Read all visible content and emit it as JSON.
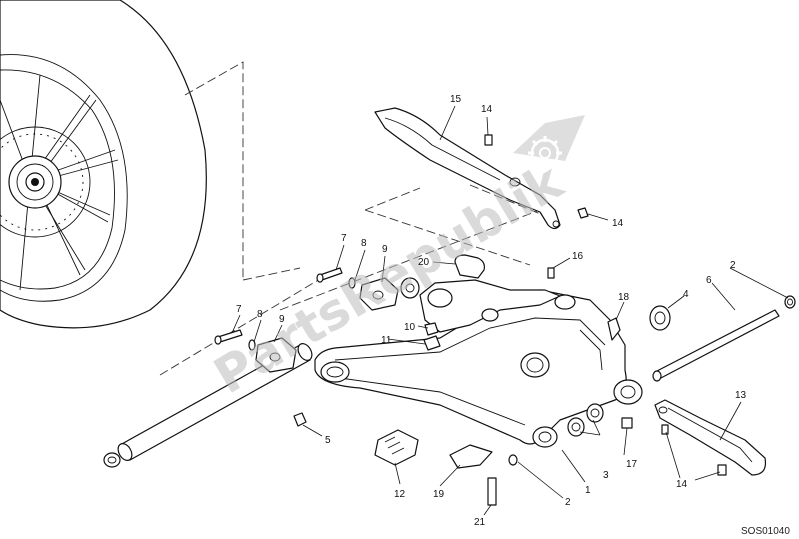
{
  "diagram_code": "SOS01040",
  "watermark": {
    "text": "PartsRepublik",
    "color": "#bdbdbd"
  },
  "callouts": {
    "c1": "1",
    "c2a": "2",
    "c2b": "2",
    "c3": "3",
    "c4": "4",
    "c5": "5",
    "c6": "6",
    "c7a": "7",
    "c7b": "7",
    "c8a": "8",
    "c8b": "8",
    "c9a": "9",
    "c9b": "9",
    "c10": "10",
    "c11": "11",
    "c12": "12",
    "c13": "13",
    "c14a": "14",
    "c14b": "14",
    "c14c": "14",
    "c15": "15",
    "c16": "16",
    "c17": "17",
    "c18": "18",
    "c19": "19",
    "c20": "20",
    "c21": "21"
  },
  "colors": {
    "line": "#111111",
    "background": "#ffffff"
  }
}
